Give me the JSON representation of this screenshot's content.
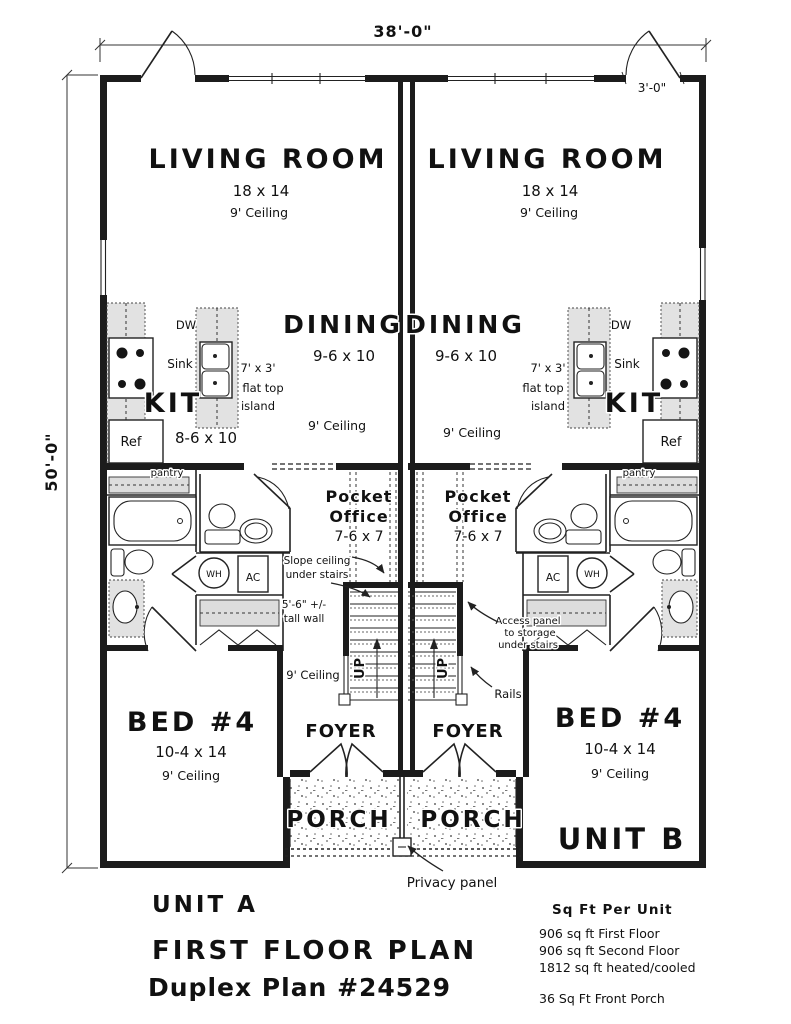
{
  "dims": {
    "top": "38'-0\"",
    "left": "50'-0\"",
    "door": "3'-0\""
  },
  "rooms": {
    "living": {
      "name": "LIVING ROOM",
      "size": "18 x 14",
      "ceiling": "9' Ceiling"
    },
    "dining": {
      "name": "DINING",
      "size": "9-6 x 10",
      "ceiling": "9' Ceiling"
    },
    "kitchen": {
      "name": "KIT",
      "size": "8-6 x 10"
    },
    "pocket": {
      "l1": "Pocket",
      "l2": "Office",
      "size": "7-6 x 7"
    },
    "bed": {
      "name": "BED #4",
      "size": "10-4 x 14",
      "ceiling": "9' Ceiling"
    },
    "foyer": "FOYER",
    "porch": "PORCH",
    "unit_a": "UNIT A",
    "unit_b": "UNIT B"
  },
  "fixtures": {
    "dw": "DW",
    "sink": "Sink",
    "ref": "Ref",
    "pantry": "pantry",
    "wh": "WH",
    "ac": "AC",
    "up": "UP",
    "island": [
      "7' x 3'",
      "flat top",
      "island"
    ]
  },
  "annotations": {
    "slope": [
      "Slope ceiling",
      "under stairs"
    ],
    "wall56": [
      "5'-6\" +/-",
      "tall wall"
    ],
    "access": [
      "Access panel",
      "to storage",
      "under stairs"
    ],
    "rails": "Rails",
    "privacy": "Privacy panel",
    "ceiling9": "9' Ceiling"
  },
  "titles": {
    "plan": "FIRST FLOOR PLAN",
    "number": "Duplex Plan #24529",
    "sqft_header": "Sq Ft Per Unit",
    "sqft_lines": [
      "906 sq ft First Floor",
      "906 sq ft Second Floor",
      "1812 sq ft heated/cooled"
    ],
    "porch_sqft": "36 Sq Ft Front Porch"
  }
}
